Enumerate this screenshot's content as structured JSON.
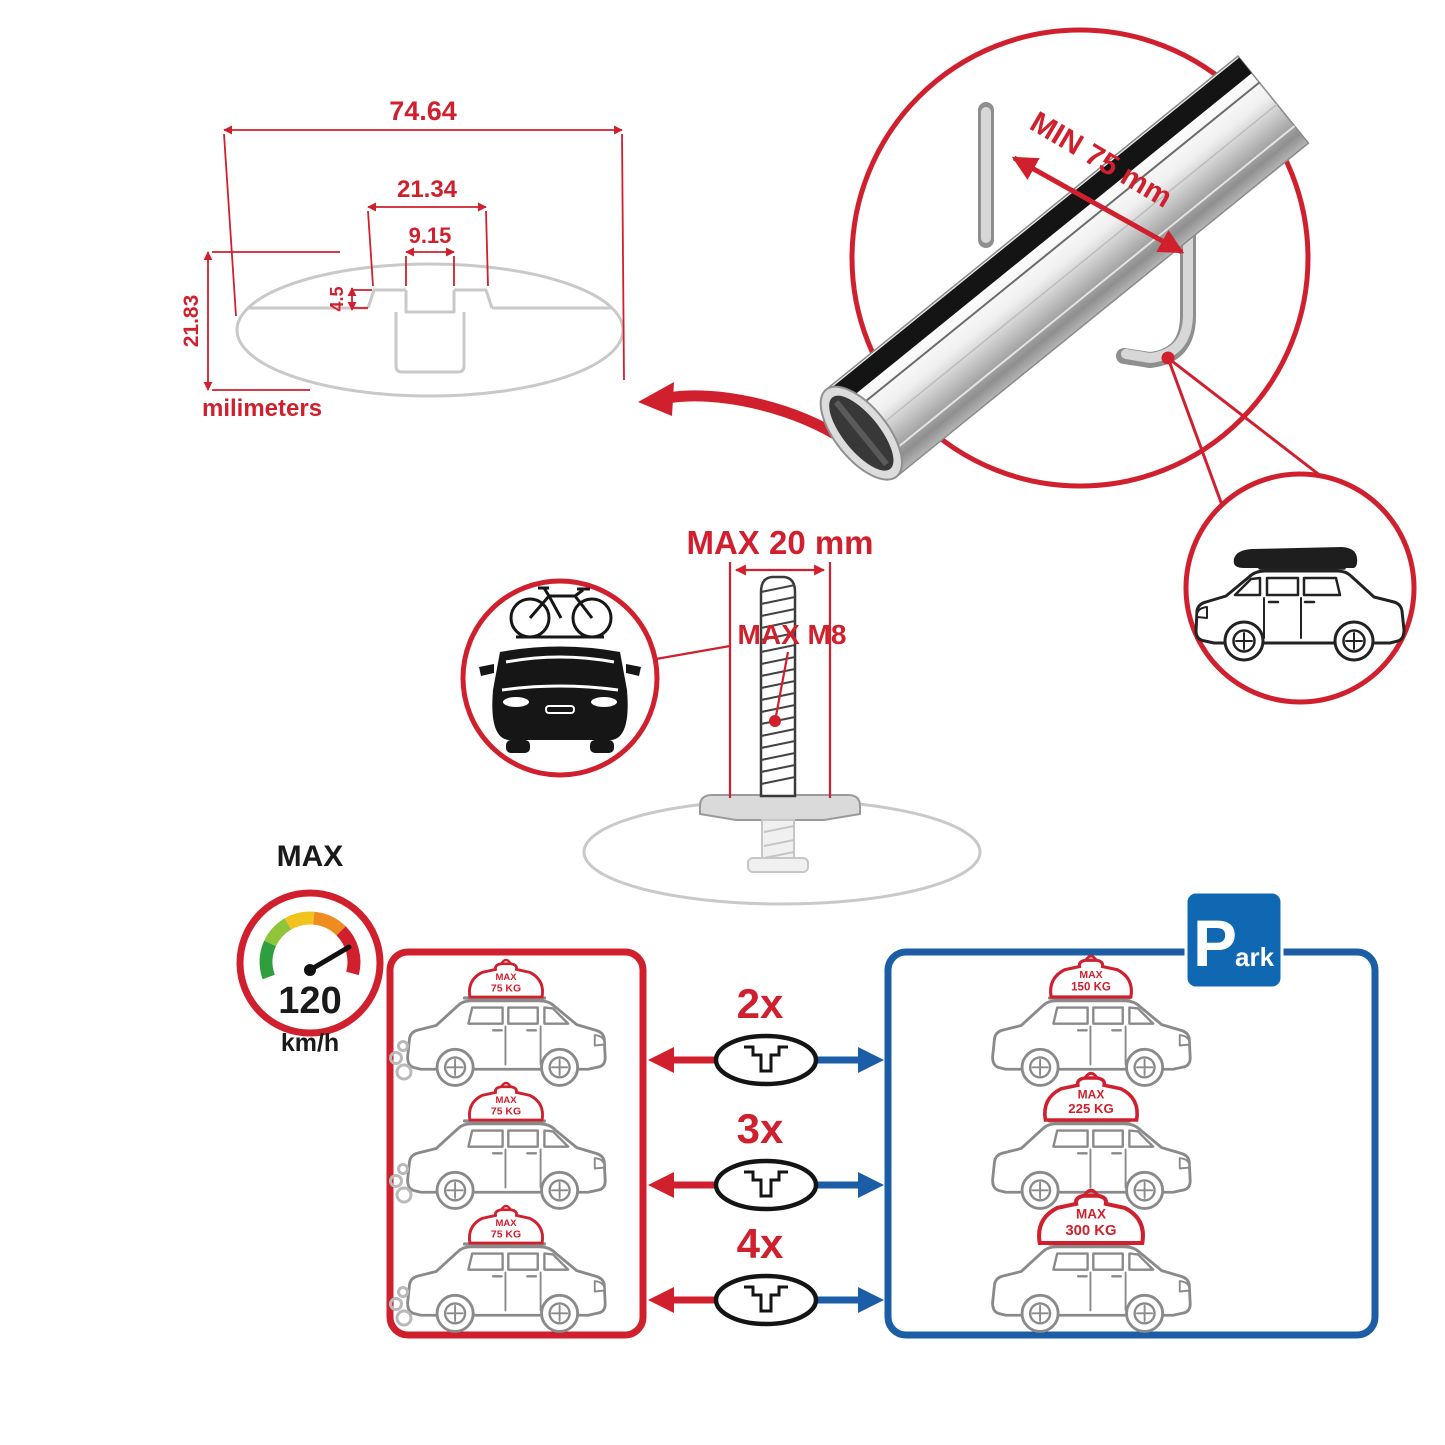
{
  "colors": {
    "red": "#d0202e",
    "blue": "#1b5ea6",
    "park_blue": "#0f68b1",
    "gray": "#c9c9c9"
  },
  "dimensions": {
    "total_width": "74.64",
    "slot_outer_width": "21.34",
    "slot_inner_width": "9.15",
    "lip_height": "4.5",
    "total_height": "21.83",
    "units": "milimeters"
  },
  "clamp": {
    "min_label": "MIN 75 mm"
  },
  "bolt": {
    "max_length": "MAX 20 mm",
    "max_thread": "MAX M8"
  },
  "speed": {
    "label": "MAX",
    "value": "120",
    "units": "km/h"
  },
  "rows": [
    {
      "multiplier": "2x",
      "moving": {
        "max": "MAX",
        "weight": "75 KG"
      },
      "parked": {
        "max": "MAX",
        "weight": "150 KG"
      }
    },
    {
      "multiplier": "3x",
      "moving": {
        "max": "MAX",
        "weight": "75 KG"
      },
      "parked": {
        "max": "MAX",
        "weight": "225 KG"
      }
    },
    {
      "multiplier": "4x",
      "moving": {
        "max": "MAX",
        "weight": "75 KG"
      },
      "parked": {
        "max": "MAX",
        "weight": "300 KG"
      }
    }
  ],
  "park_sign": {
    "p": "P",
    "suffix": "ark"
  }
}
